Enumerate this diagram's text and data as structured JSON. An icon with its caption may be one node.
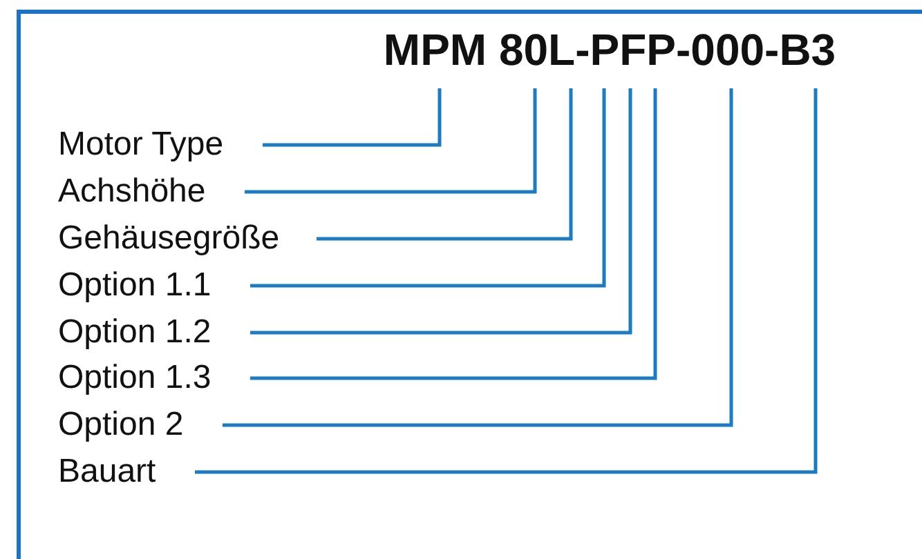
{
  "diagram": {
    "title": "MPM 80L-PFP-000-B3",
    "nodes": [
      {
        "text": [
          "Motor Type"
        ]
      },
      {
        "text": [
          "Achshöhe"
        ]
      },
      {
        "text": [
          "Gehäusegröße"
        ]
      },
      {
        "text": [
          "Option 1.1"
        ]
      },
      {
        "text": [
          "Option 1.2"
        ]
      },
      {
        "text": [
          "Option 1.3"
        ]
      },
      {
        "text": [
          "Option 2"
        ]
      },
      {
        "text": [
          "Bauart"
        ]
      }
    ],
    "edges": [
      {
        "from": 0,
        "to": null,
        "arrow": "none"
      },
      {
        "from": 1,
        "to": null,
        "arrow": "none"
      },
      {
        "from": 2,
        "to": null,
        "arrow": "none"
      },
      {
        "from": 3,
        "to": null,
        "arrow": "none"
      },
      {
        "from": 4,
        "to": null,
        "arrow": "none"
      },
      {
        "from": 5,
        "to": null,
        "arrow": "none"
      },
      {
        "from": 6,
        "to": null,
        "arrow": "none"
      },
      {
        "from": 7,
        "to": null,
        "arrow": "none"
      }
    ]
  }
}
